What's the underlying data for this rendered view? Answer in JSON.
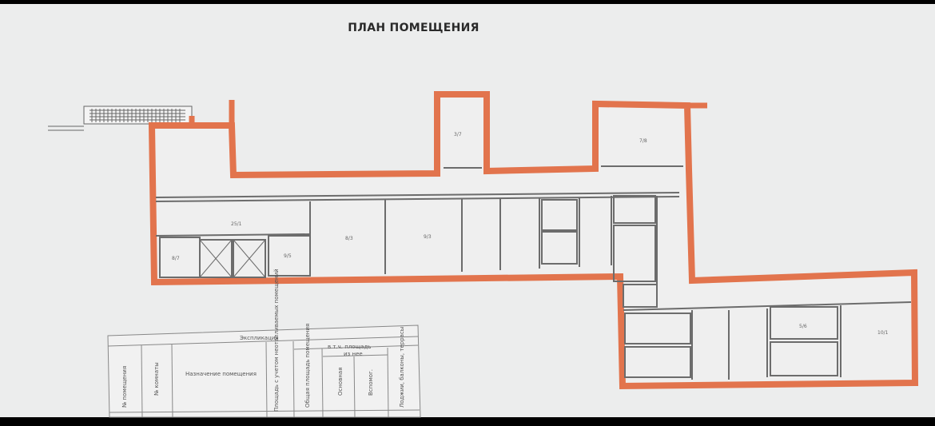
{
  "title": "ПЛАН ПОМЕЩЕНИЯ",
  "colors": {
    "walls": "#e2744d",
    "paper": "#eceded",
    "lines": "#7a7a7a"
  },
  "explication": {
    "title": "Экспликация",
    "group_header": "в т.ч. площадь",
    "subgroup_header": "из нее",
    "columns": [
      "№ помещения",
      "№ комнаты",
      "Назначение помещения",
      "Площадь с учетом неотапливаемых помещений",
      "Общая площадь помещения",
      "Основная",
      "Вспомог.",
      "Лоджии, балконы, террасы"
    ]
  }
}
